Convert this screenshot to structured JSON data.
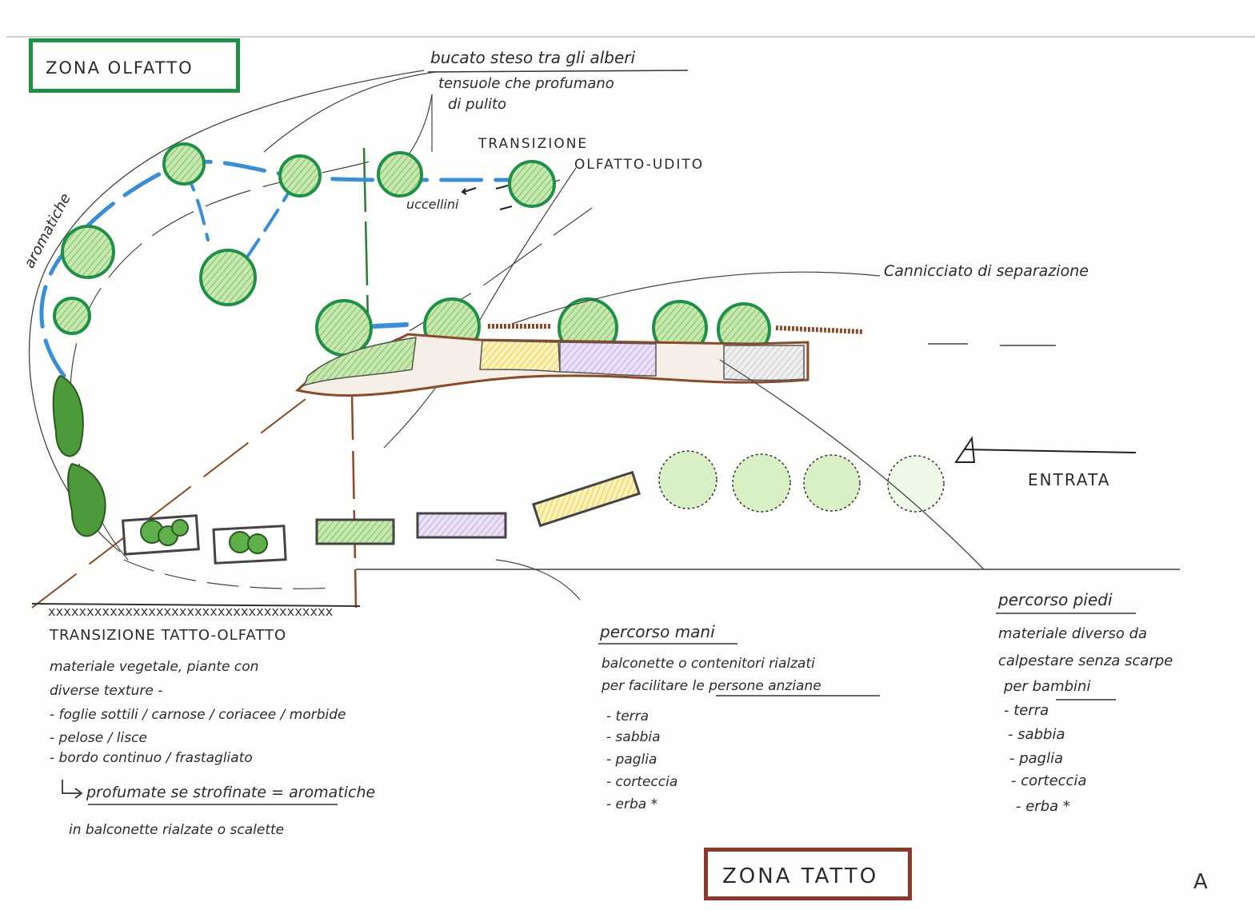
{
  "labels": {
    "zona_olfatto": "ZONA OLFATTO",
    "zona_tatto": "ZONA TATTO",
    "bucato_1": "bucato steso tra gli alberi",
    "bucato_2": "tensuole che profumano",
    "bucato_3": "di pulito",
    "transizione_1": "TRANSIZIONE",
    "transizione_2": "OLFATTO-UDITO",
    "uccellini": "uccellini",
    "aromatiche": "aromatiche",
    "cannicciato": "Cannicciato di separazione",
    "entrata": "ENTRATA",
    "signature": "A"
  },
  "notes": {
    "tatto_olfatto": {
      "title": "TRANSIZIONE TATTO-OLFATTO",
      "lines": [
        "materiale vegetale, piante con",
        "diverse texture -",
        "- foglie sottili / carnose / coriacee / morbide",
        "- pelose / lisce",
        "- bordo continuo / frastagliato",
        "profumate se strofinate = aromatiche",
        "in balconette rialzate o scalette"
      ]
    },
    "percorso_mani": {
      "title": "percorso mani",
      "lines": [
        "balconette o contenitori rialzati",
        "per facilitare le persone anziane",
        "- terra",
        "- sabbia",
        "- paglia",
        "- corteccia",
        "- erba *"
      ]
    },
    "percorso_piedi": {
      "title": "percorso piedi",
      "lines": [
        "materiale diverso da",
        "calpestare senza scarpe",
        "per bambini",
        "- terra",
        "- sabbia",
        "- paglia",
        "- corteccia",
        "- erba *"
      ]
    }
  },
  "colors": {
    "ink": "#2a2a33",
    "tree_green": "#1f8f4a",
    "tree_fill": "#a8d98a",
    "water_blue": "#3a8ed6",
    "soil_brown": "#8a4a2c",
    "olfatto_box": "#1f8f4a",
    "tatto_box": "#8a3a2c",
    "yellow": "#f2d24a",
    "lilac": "#c9b3e8"
  }
}
